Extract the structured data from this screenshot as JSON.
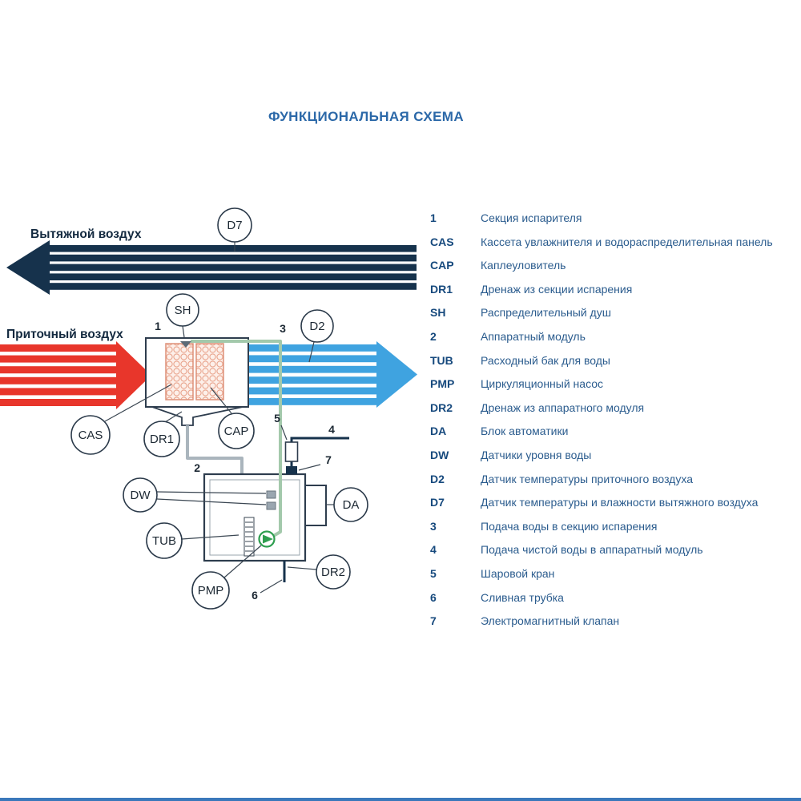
{
  "title": "ФУНКЦИОНАЛЬНАЯ СХЕМА",
  "diagram": {
    "exhaust_air_label": "Вытяжной воздух",
    "supply_air_label": "Приточный воздух",
    "circles": {
      "d7": "D7",
      "sh": "SH",
      "d2": "D2",
      "cas": "CAS",
      "dr1": "DR1",
      "cap": "CAP",
      "dw": "DW",
      "tub": "TUB",
      "pmp": "PMP",
      "da": "DA",
      "dr2": "DR2"
    },
    "numbers": {
      "n1": "1",
      "n2": "2",
      "n3": "3",
      "n4": "4",
      "n5": "5",
      "n6": "6",
      "n7": "7"
    },
    "colors": {
      "exhaust_arrow": "#16324c",
      "supply_arrow": "#e8362b",
      "processed_arrow": "#3fa3e0",
      "water_pipe": "#a3c9ab",
      "drain_pipe": "#aab5bd",
      "pump_green": "#2e9e4f",
      "cassette_border": "#dd9078"
    }
  },
  "legend": {
    "items": [
      {
        "code": "1",
        "label": "Секция испарителя"
      },
      {
        "code": "CAS",
        "label": "Кассета увлажнителя и водораспределительная панель"
      },
      {
        "code": "CAP",
        "label": "Каплеуловитель"
      },
      {
        "code": "DR1",
        "label": "Дренаж из секции испарения"
      },
      {
        "code": "SH",
        "label": "Распределительный душ"
      },
      {
        "code": "2",
        "label": "Аппаратный модуль"
      },
      {
        "code": "TUB",
        "label": "Расходный бак для воды"
      },
      {
        "code": "PMP",
        "label": "Циркуляционный насос"
      },
      {
        "code": "DR2",
        "label": "Дренаж из аппаратного модуля"
      },
      {
        "code": "DA",
        "label": "Блок автоматики"
      },
      {
        "code": "DW",
        "label": "Датчики уровня воды"
      },
      {
        "code": "D2",
        "label": "Датчик температуры приточного воздуха"
      },
      {
        "code": "D7",
        "label": "Датчик температуры и влажности вытяжного воздуха"
      },
      {
        "code": "3",
        "label": "Подача воды в секцию испарения"
      },
      {
        "code": "4",
        "label": "Подача чистой воды в аппаратный модуль"
      },
      {
        "code": "5",
        "label": "Шаровой кран"
      },
      {
        "code": "6",
        "label": "Сливная трубка"
      },
      {
        "code": "7",
        "label": "Электромагнитный клапан"
      }
    ]
  }
}
